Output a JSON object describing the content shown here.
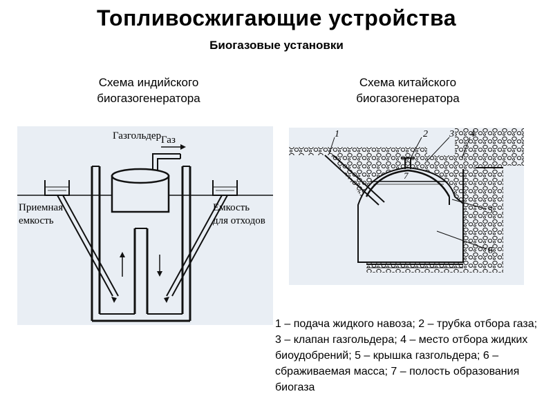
{
  "header": {
    "title": "Топливосжигающие устройства",
    "subtitle": "Биогазовые установки"
  },
  "left_diagram": {
    "caption_line1": "Схема индийского",
    "caption_line2": "биогазогенератора",
    "labels": {
      "gasholder": "Газгольдер",
      "gas": "Газ",
      "intake_line1": "Приемная",
      "intake_line2": "емкость",
      "waste_line1": "Емкость",
      "waste_line2": "для отходов"
    }
  },
  "right_diagram": {
    "caption_line1": "Схема китайского",
    "caption_line2": "биогазогенератора",
    "numbers": [
      "1",
      "2",
      "3",
      "4",
      "5",
      "6",
      "7"
    ]
  },
  "legend": {
    "text": "1 – подача жидкого навоза; 2 – трубка отбора газа; 3 – клапан газгольдера; 4 – место отбора жидких биоудобрений; 5 – крышка газгольдера; 6 – сбраживаемая масса; 7 – полость образования биогаза"
  }
}
